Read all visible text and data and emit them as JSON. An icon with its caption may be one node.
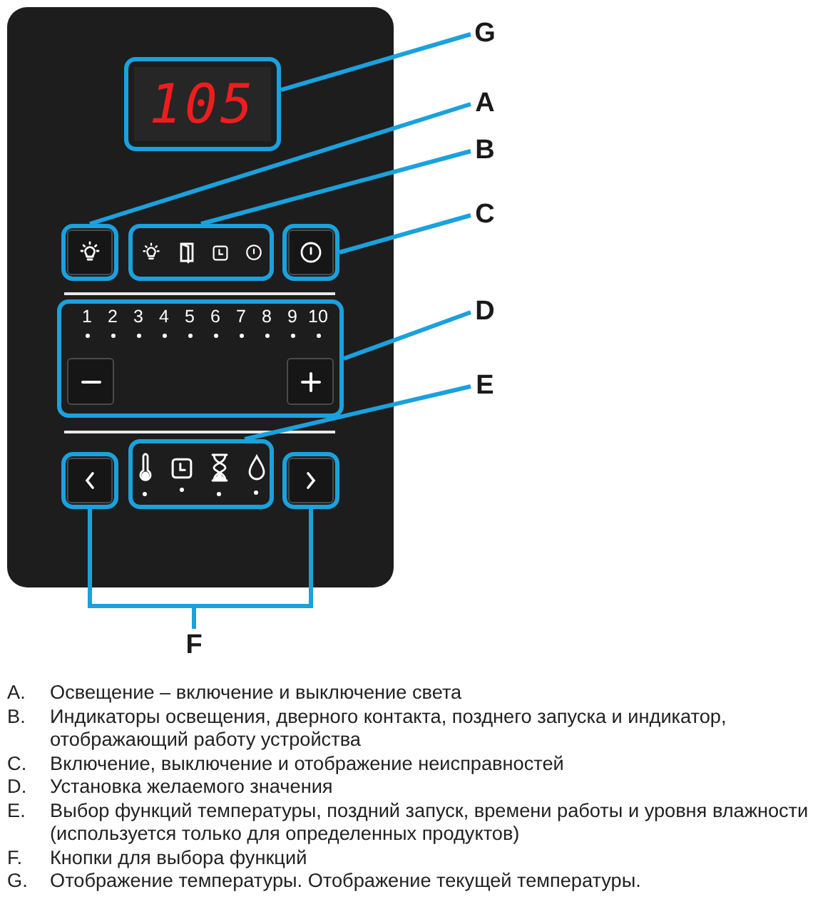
{
  "diagram": {
    "nodes": [
      {
        "text": [],
        "shape": "box"
      },
      {
        "text": [
          "105"
        ],
        "in": 0
      },
      {
        "text": [],
        "shape": "box",
        "in": 0
      },
      {
        "text": [],
        "shape": "box",
        "in": 0
      },
      {
        "text": [],
        "shape": "box",
        "in": 0
      },
      {
        "text": [
          "1",
          "2",
          "3",
          "4",
          "5",
          "6",
          "7",
          "8",
          "9",
          "10"
        ],
        "in": 0
      },
      {
        "text": [],
        "shape": "box",
        "in": 0
      },
      {
        "text": [],
        "shape": "box",
        "in": 0
      },
      {
        "text": [],
        "shape": "box",
        "in": 0
      },
      {
        "text": [
          "G"
        ]
      },
      {
        "text": [
          "A"
        ]
      },
      {
        "text": [
          "B"
        ]
      },
      {
        "text": [
          "C"
        ]
      },
      {
        "text": [
          "D"
        ]
      },
      {
        "text": [
          "E"
        ]
      },
      {
        "text": [
          "F"
        ]
      }
    ],
    "edges": [
      {
        "from": 9,
        "to": 1,
        "arrow": "none"
      },
      {
        "from": 10,
        "to": 2,
        "arrow": "none"
      },
      {
        "from": 11,
        "to": 3,
        "arrow": "none"
      },
      {
        "from": 12,
        "to": 4,
        "arrow": "none"
      },
      {
        "from": 13,
        "to": 5,
        "arrow": "none"
      },
      {
        "from": 14,
        "to": 6,
        "arrow": "none"
      },
      {
        "from": 15,
        "to": 7,
        "arrow": "none"
      },
      {
        "from": 15,
        "to": 8,
        "arrow": "none"
      }
    ],
    "labels": [
      "A.",
      "Освещение – включение и выключение света",
      "B.",
      "Индикаторы освещения, дверного контакта, позднего запуска и индикатор, отображающий работу устройства",
      "C.",
      "Включение, выключение и отображение неисправностей",
      "D.",
      "Установка желаемого значения",
      "E.",
      "Выбор функций температуры, поздний запуск, времени работы и уровня влажности (используется только для определенных продуктов)",
      "F.",
      "Кнопки для выбора функций",
      "G.",
      "Отображение температуры. Отображение текущей температуры."
    ]
  }
}
